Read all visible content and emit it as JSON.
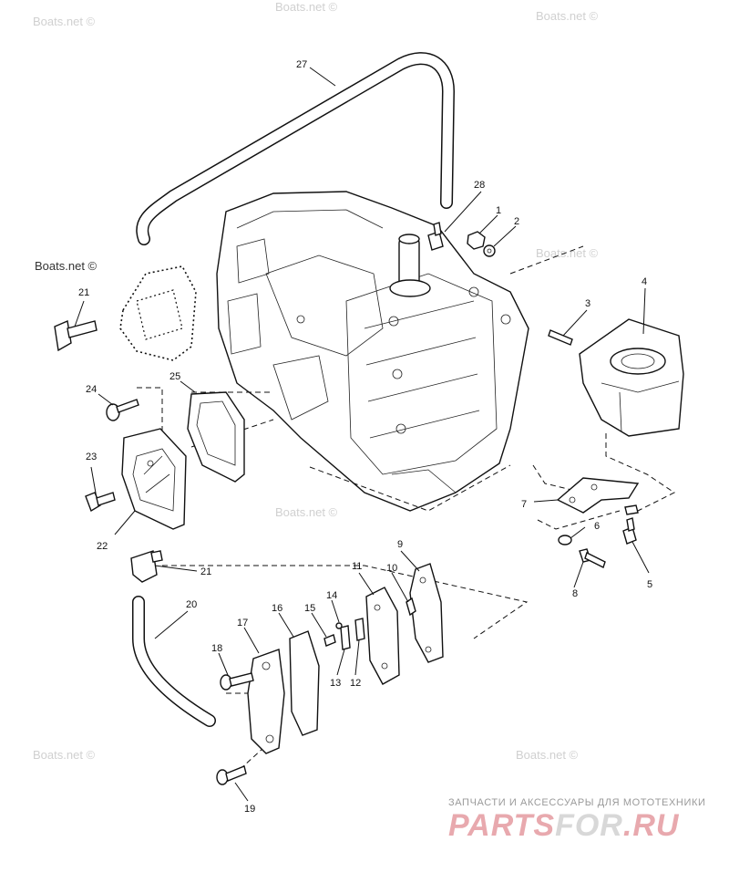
{
  "watermarks": [
    "Boats.net ©",
    "Boats.net ©",
    "Boats.net ©",
    "Boats.net ©",
    "Boats.net ©",
    "Boats.net ©",
    "Boats.net ©",
    "Boats.net ©"
  ],
  "callouts": [
    "27",
    "28",
    "1",
    "2",
    "3",
    "4",
    "21",
    "24",
    "25",
    "23",
    "22",
    "7",
    "6",
    "5",
    "8",
    "9",
    "21",
    "10",
    "11",
    "20",
    "14",
    "15",
    "16",
    "17",
    "18",
    "13",
    "12",
    "19"
  ],
  "brand": {
    "tagline": "ЗАПЧАСТИ И АКСЕССУАРЫ ДЛЯ МОТОТЕХНИКИ",
    "logo_a": "PARTS",
    "logo_b": "FOR",
    "logo_c": ".RU"
  },
  "colors": {
    "logo_primary": "#e8a9ae",
    "logo_secondary": "#d8d8d8",
    "ink": "#111111"
  }
}
